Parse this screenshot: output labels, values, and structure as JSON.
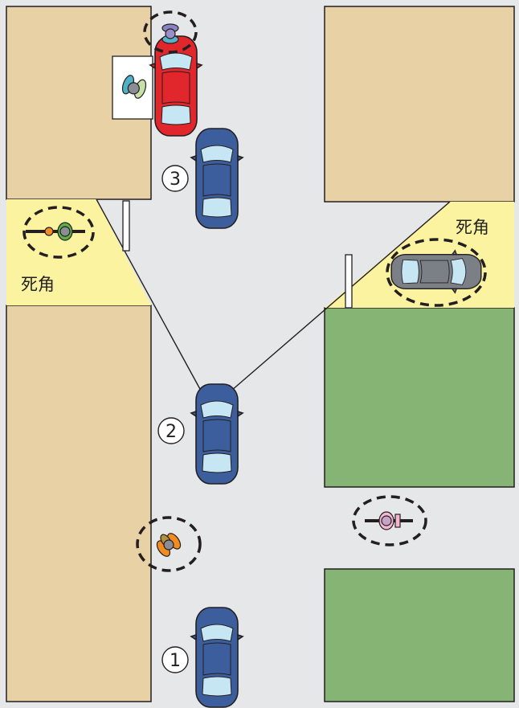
{
  "labels": {
    "blind_spot_left": "死角",
    "blind_spot_right": "死角"
  },
  "positions": {
    "p1": "1",
    "p2": "2",
    "p3": "3"
  },
  "colors": {
    "road": "#e6e7e9",
    "building": "#e9d1a6",
    "lawn": "#85b474",
    "blind_spot": "#fcf3a1",
    "outline": "#231f20",
    "car_blue": "#3d5e9c",
    "car_red": "#e1262c",
    "car_gray": "#7b8087",
    "glass": "#c7e6f3"
  },
  "objects": {
    "cars": [
      "car_blue",
      "car_blue",
      "car_blue",
      "car_red",
      "car_gray"
    ],
    "pedestrians": [
      "pedestrian-orange",
      "pedestrian-purple",
      "pedestrian-green"
    ],
    "cyclists": [
      "cyclist-green",
      "cyclist-pink"
    ]
  }
}
